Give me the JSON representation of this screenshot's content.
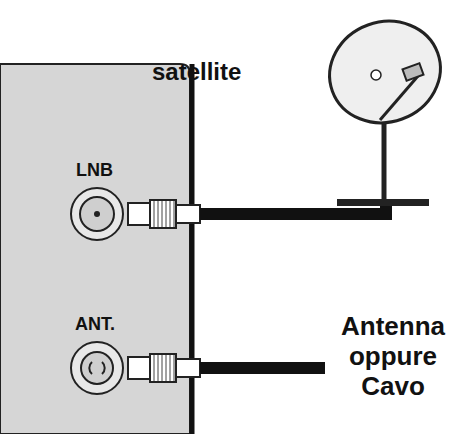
{
  "diagram": {
    "labels": [
      "satellite",
      "LNB",
      "ANT.",
      "Antenna oppure Cavo"
    ]
  }
}
